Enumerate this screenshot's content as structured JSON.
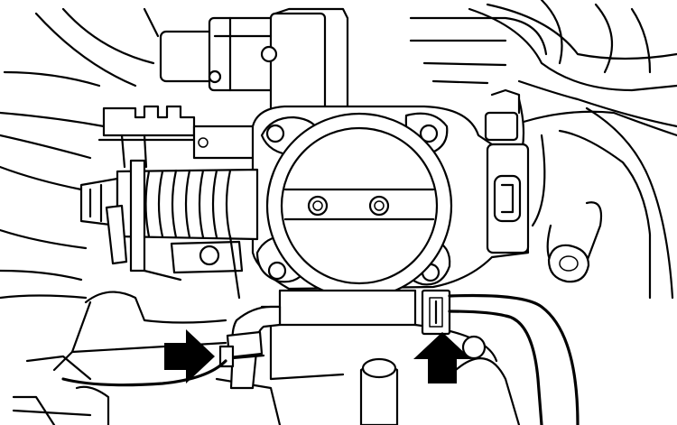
{
  "figure": {
    "background": "#ffffff",
    "line_color": "#000000",
    "callouts": [
      {
        "name": "arrow-right-hose-clamp",
        "direction": "right"
      },
      {
        "name": "arrow-up-connector",
        "direction": "up"
      }
    ]
  }
}
